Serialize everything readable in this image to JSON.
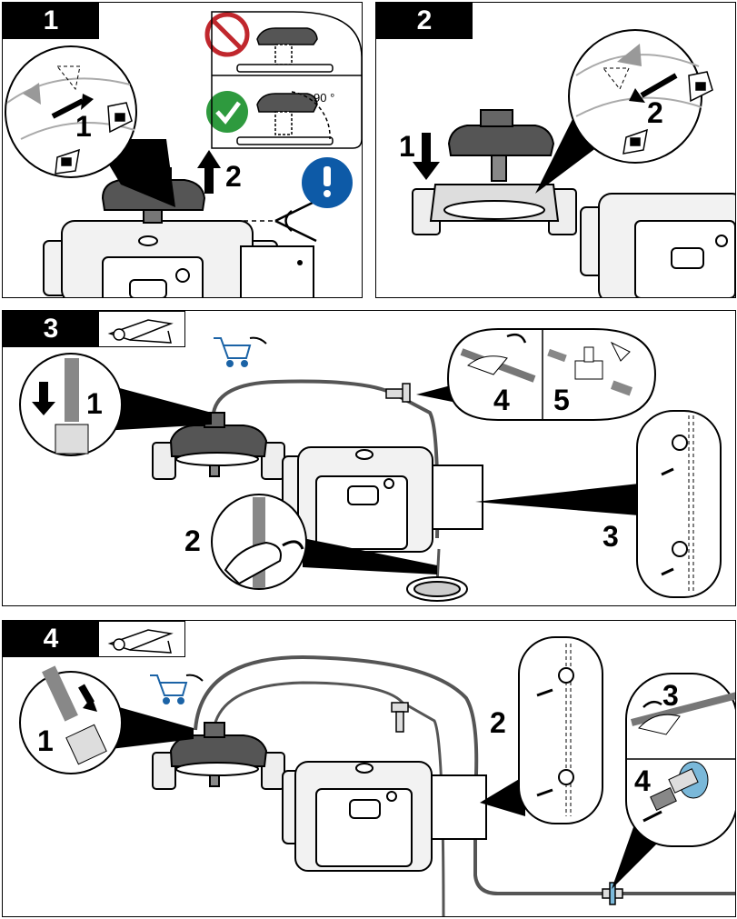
{
  "steps": [
    {
      "label": "1"
    },
    {
      "label": "2"
    },
    {
      "label": "3"
    },
    {
      "label": "4"
    }
  ],
  "callouts": {
    "p1_unlock": "1",
    "p1_lift": "2",
    "p1_angle": "90 °",
    "p2_lower": "1",
    "p2_lock": "2",
    "p3_push": "1",
    "p3_clamp_drain": "2",
    "p3_clips": "3",
    "p3_cut": "4",
    "p3_tee": "5",
    "p4_push": "1",
    "p4_clips": "2",
    "p4_cut": "3",
    "p4_valve": "4"
  },
  "colors": {
    "prohibit": "#c0272d",
    "ok": "#2e9a3e",
    "info": "#0d5aa7",
    "cart": "#1b63a6",
    "valve": "#7ab8d9"
  },
  "icons": [
    "prohibit-icon",
    "checkmark-icon",
    "exclamation-icon",
    "eye-icon",
    "shopping-cart-icon",
    "tube-cutter-icon",
    "unlock-icon",
    "lock-icon"
  ]
}
